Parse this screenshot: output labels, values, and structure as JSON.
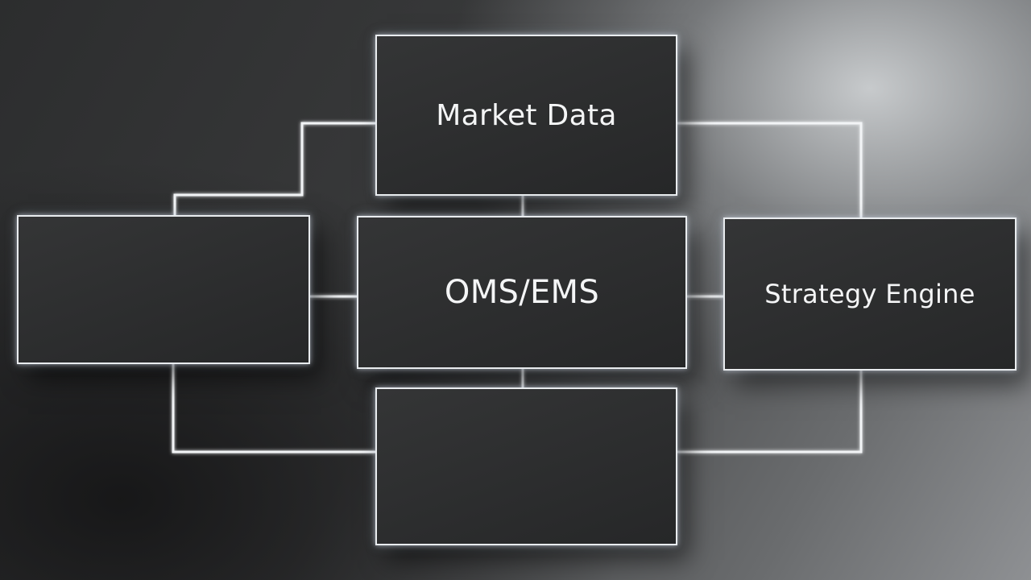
{
  "diagram": {
    "nodes": [
      {
        "id": "market-data",
        "label": "Market Data"
      },
      {
        "id": "oms-ems",
        "label": "OMS/EMS"
      },
      {
        "id": "strategy-engine",
        "label": "Strategy Engine"
      },
      {
        "id": "left-box",
        "label": ""
      },
      {
        "id": "bottom-box",
        "label": ""
      }
    ],
    "edges": [
      {
        "from": "market-data",
        "to": "oms-ems"
      },
      {
        "from": "oms-ems",
        "to": "bottom-box"
      },
      {
        "from": "left-box",
        "to": "oms-ems"
      },
      {
        "from": "oms-ems",
        "to": "strategy-engine"
      },
      {
        "from": "market-data",
        "to": "left-box"
      },
      {
        "from": "market-data",
        "to": "strategy-engine"
      },
      {
        "from": "left-box",
        "to": "bottom-box"
      },
      {
        "from": "strategy-engine",
        "to": "bottom-box"
      }
    ],
    "colors": {
      "background": "#2a2b2c",
      "box_fill": "#2e2f30",
      "box_border": "#e9ecef",
      "connector": "#f2f4f6",
      "text": "#f4f5f6"
    }
  }
}
